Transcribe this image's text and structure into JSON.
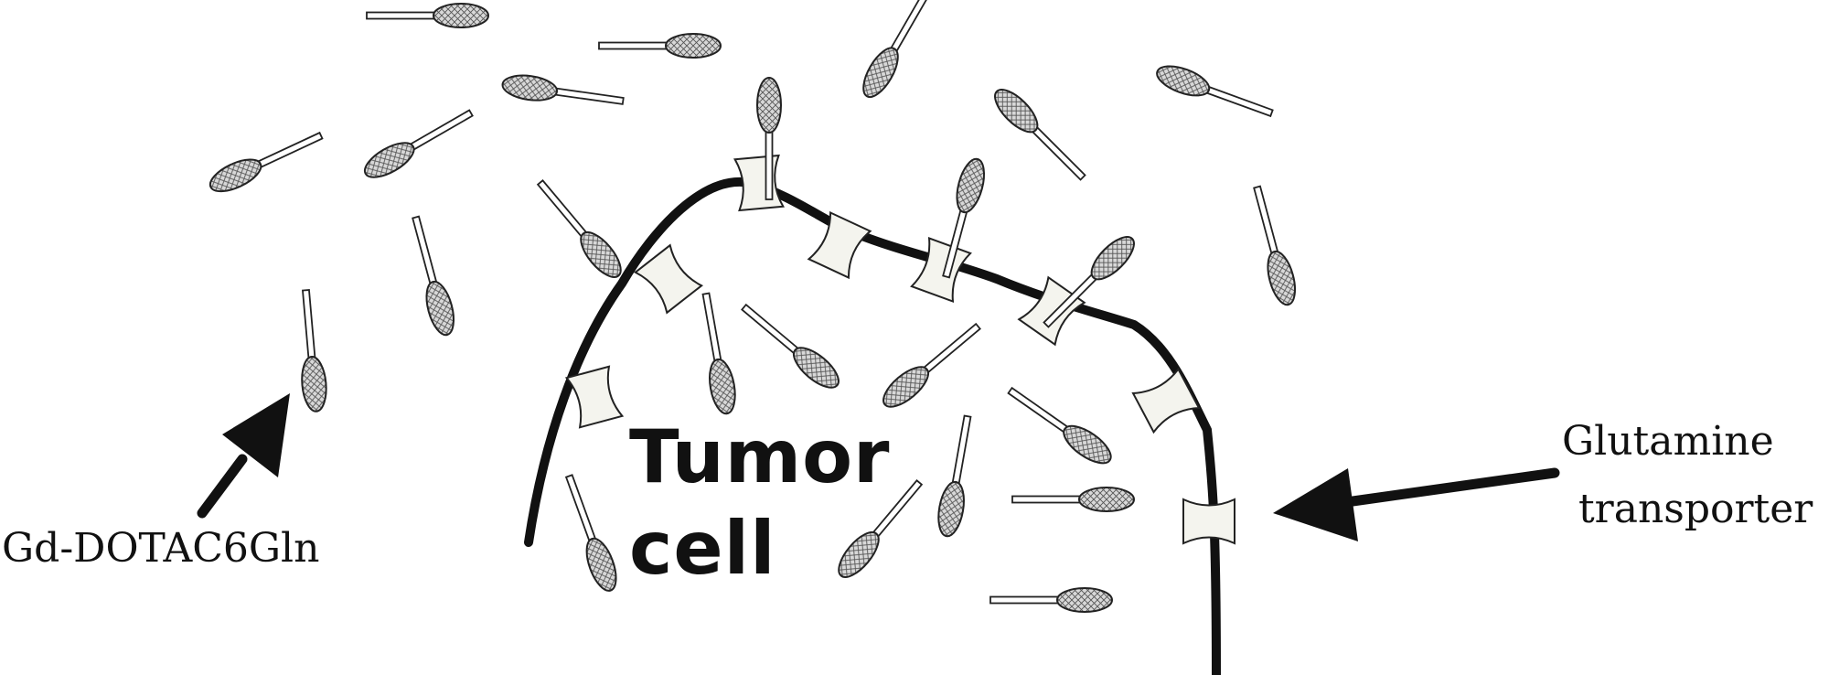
{
  "labels": {
    "cell_line1": "Tumor",
    "cell_line2": "cell",
    "molecule": "Gd-DOTAC6Gln",
    "transporter_line1": "Glutamine",
    "transporter_line2": "transporter"
  },
  "colors": {
    "ink": "#111111",
    "transporter_fill": "#f4f4ee",
    "molecule_fill": "#c8c8c8"
  }
}
